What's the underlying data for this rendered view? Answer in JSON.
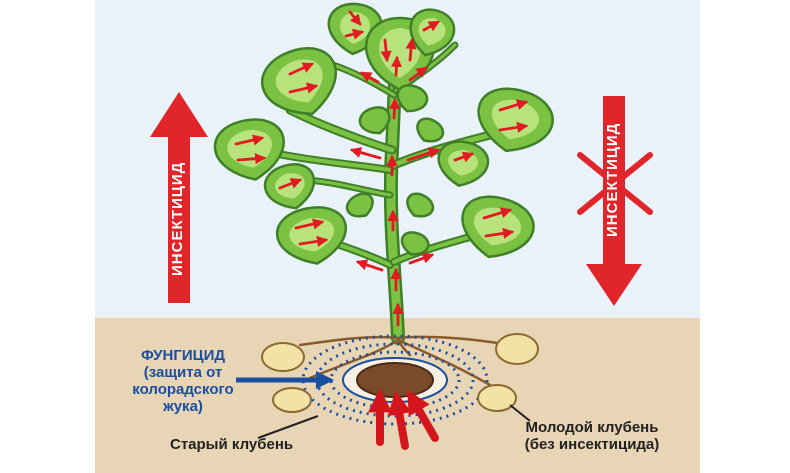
{
  "labels": {
    "insecticide_left": "ИНСЕКТИЦИД",
    "insecticide_right": "ИНСЕКТИЦИД",
    "fungicide_title": "ФУНГИЦИД",
    "fungicide_note_1": "(защита от",
    "fungicide_note_2": "колорадского",
    "fungicide_note_3": "жука)",
    "old_tuber": "Старый клубень",
    "young_tuber_1": "Молодой клубень",
    "young_tuber_2": "(без инсектицида)"
  },
  "colors": {
    "sky": "#e8f2f8",
    "soil": "#e8d5b6",
    "leaf_fill": "#7bc142",
    "leaf_dark": "#3f7f28",
    "leaf_light": "#b7e27c",
    "flow_arrow": "#e21b23",
    "fungicide_blue": "#1a4ea0",
    "tuber": "#f3e2a6"
  },
  "icons": {
    "left_arrow": "red-up-arrow-icon",
    "right_arrow": "red-down-arrow-icon",
    "cross": "red-cross-icon"
  }
}
